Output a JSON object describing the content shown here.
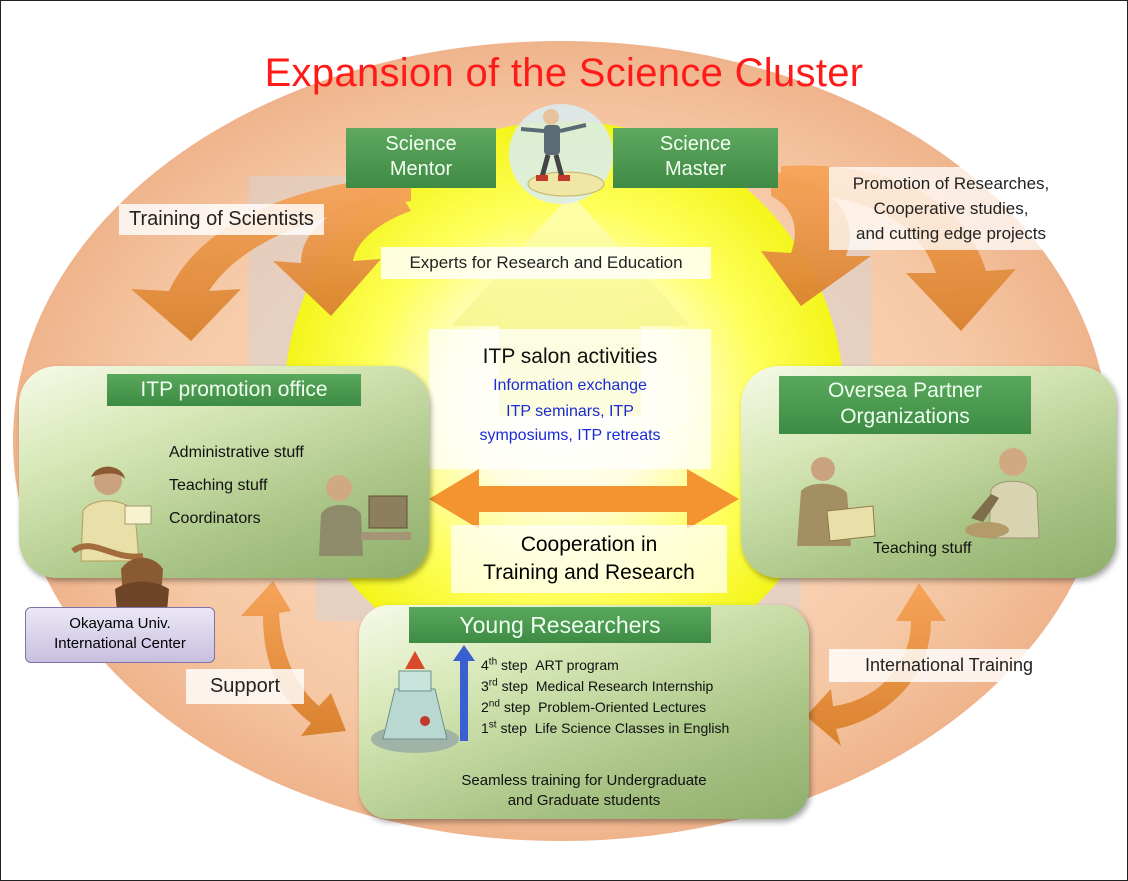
{
  "title": "Expansion of the Science Cluster",
  "top": {
    "science_mentor": "Science Mentor",
    "science_master": "Science Master",
    "training_of_scientists": "Training of Scientists",
    "promotion": [
      "Promotion of Researches,",
      "Cooperative studies,",
      "and cutting edge projects"
    ],
    "experts": "Experts for Research and Education"
  },
  "salon": {
    "heading": "ITP salon activities",
    "lines": [
      "Information exchange",
      "ITP seminars, ITP",
      "symposiums, ITP retreats"
    ]
  },
  "itp_office": {
    "heading": "ITP promotion office",
    "items": [
      "Administrative stuff",
      "Teaching stuff",
      "Coordinators"
    ]
  },
  "oversea": {
    "heading": [
      "Oversea Partner",
      "Organizations"
    ],
    "teaching": "Teaching stuff"
  },
  "cooperation": [
    "Cooperation in",
    "Training and Research"
  ],
  "okayama": [
    "Okayama Univ.",
    "International Center"
  ],
  "support": "Support",
  "international_training": "International Training",
  "young": {
    "heading": "Young Researchers",
    "steps": [
      {
        "num": "4",
        "suffix": "th",
        "word": "step",
        "label": "ART program"
      },
      {
        "num": "3",
        "suffix": "rd",
        "word": "step",
        "label": "Medical Research Internship"
      },
      {
        "num": "2",
        "suffix": "nd",
        "word": "step",
        "label": "Problem-Oriented Lectures"
      },
      {
        "num": "1",
        "suffix": "st",
        "word": "step",
        "label": "Life Science Classes in English"
      }
    ],
    "footer": [
      "Seamless training for Undergraduate",
      "and Graduate students"
    ]
  },
  "colors": {
    "title_red": "#ff1a1a",
    "green": "#4a9a4f",
    "orange_arrow": "#f28a2a",
    "salmon_ellipse": "#f7c9a8",
    "yellow_glow": "#ffff20",
    "blue_text": "#1a2bd8"
  }
}
